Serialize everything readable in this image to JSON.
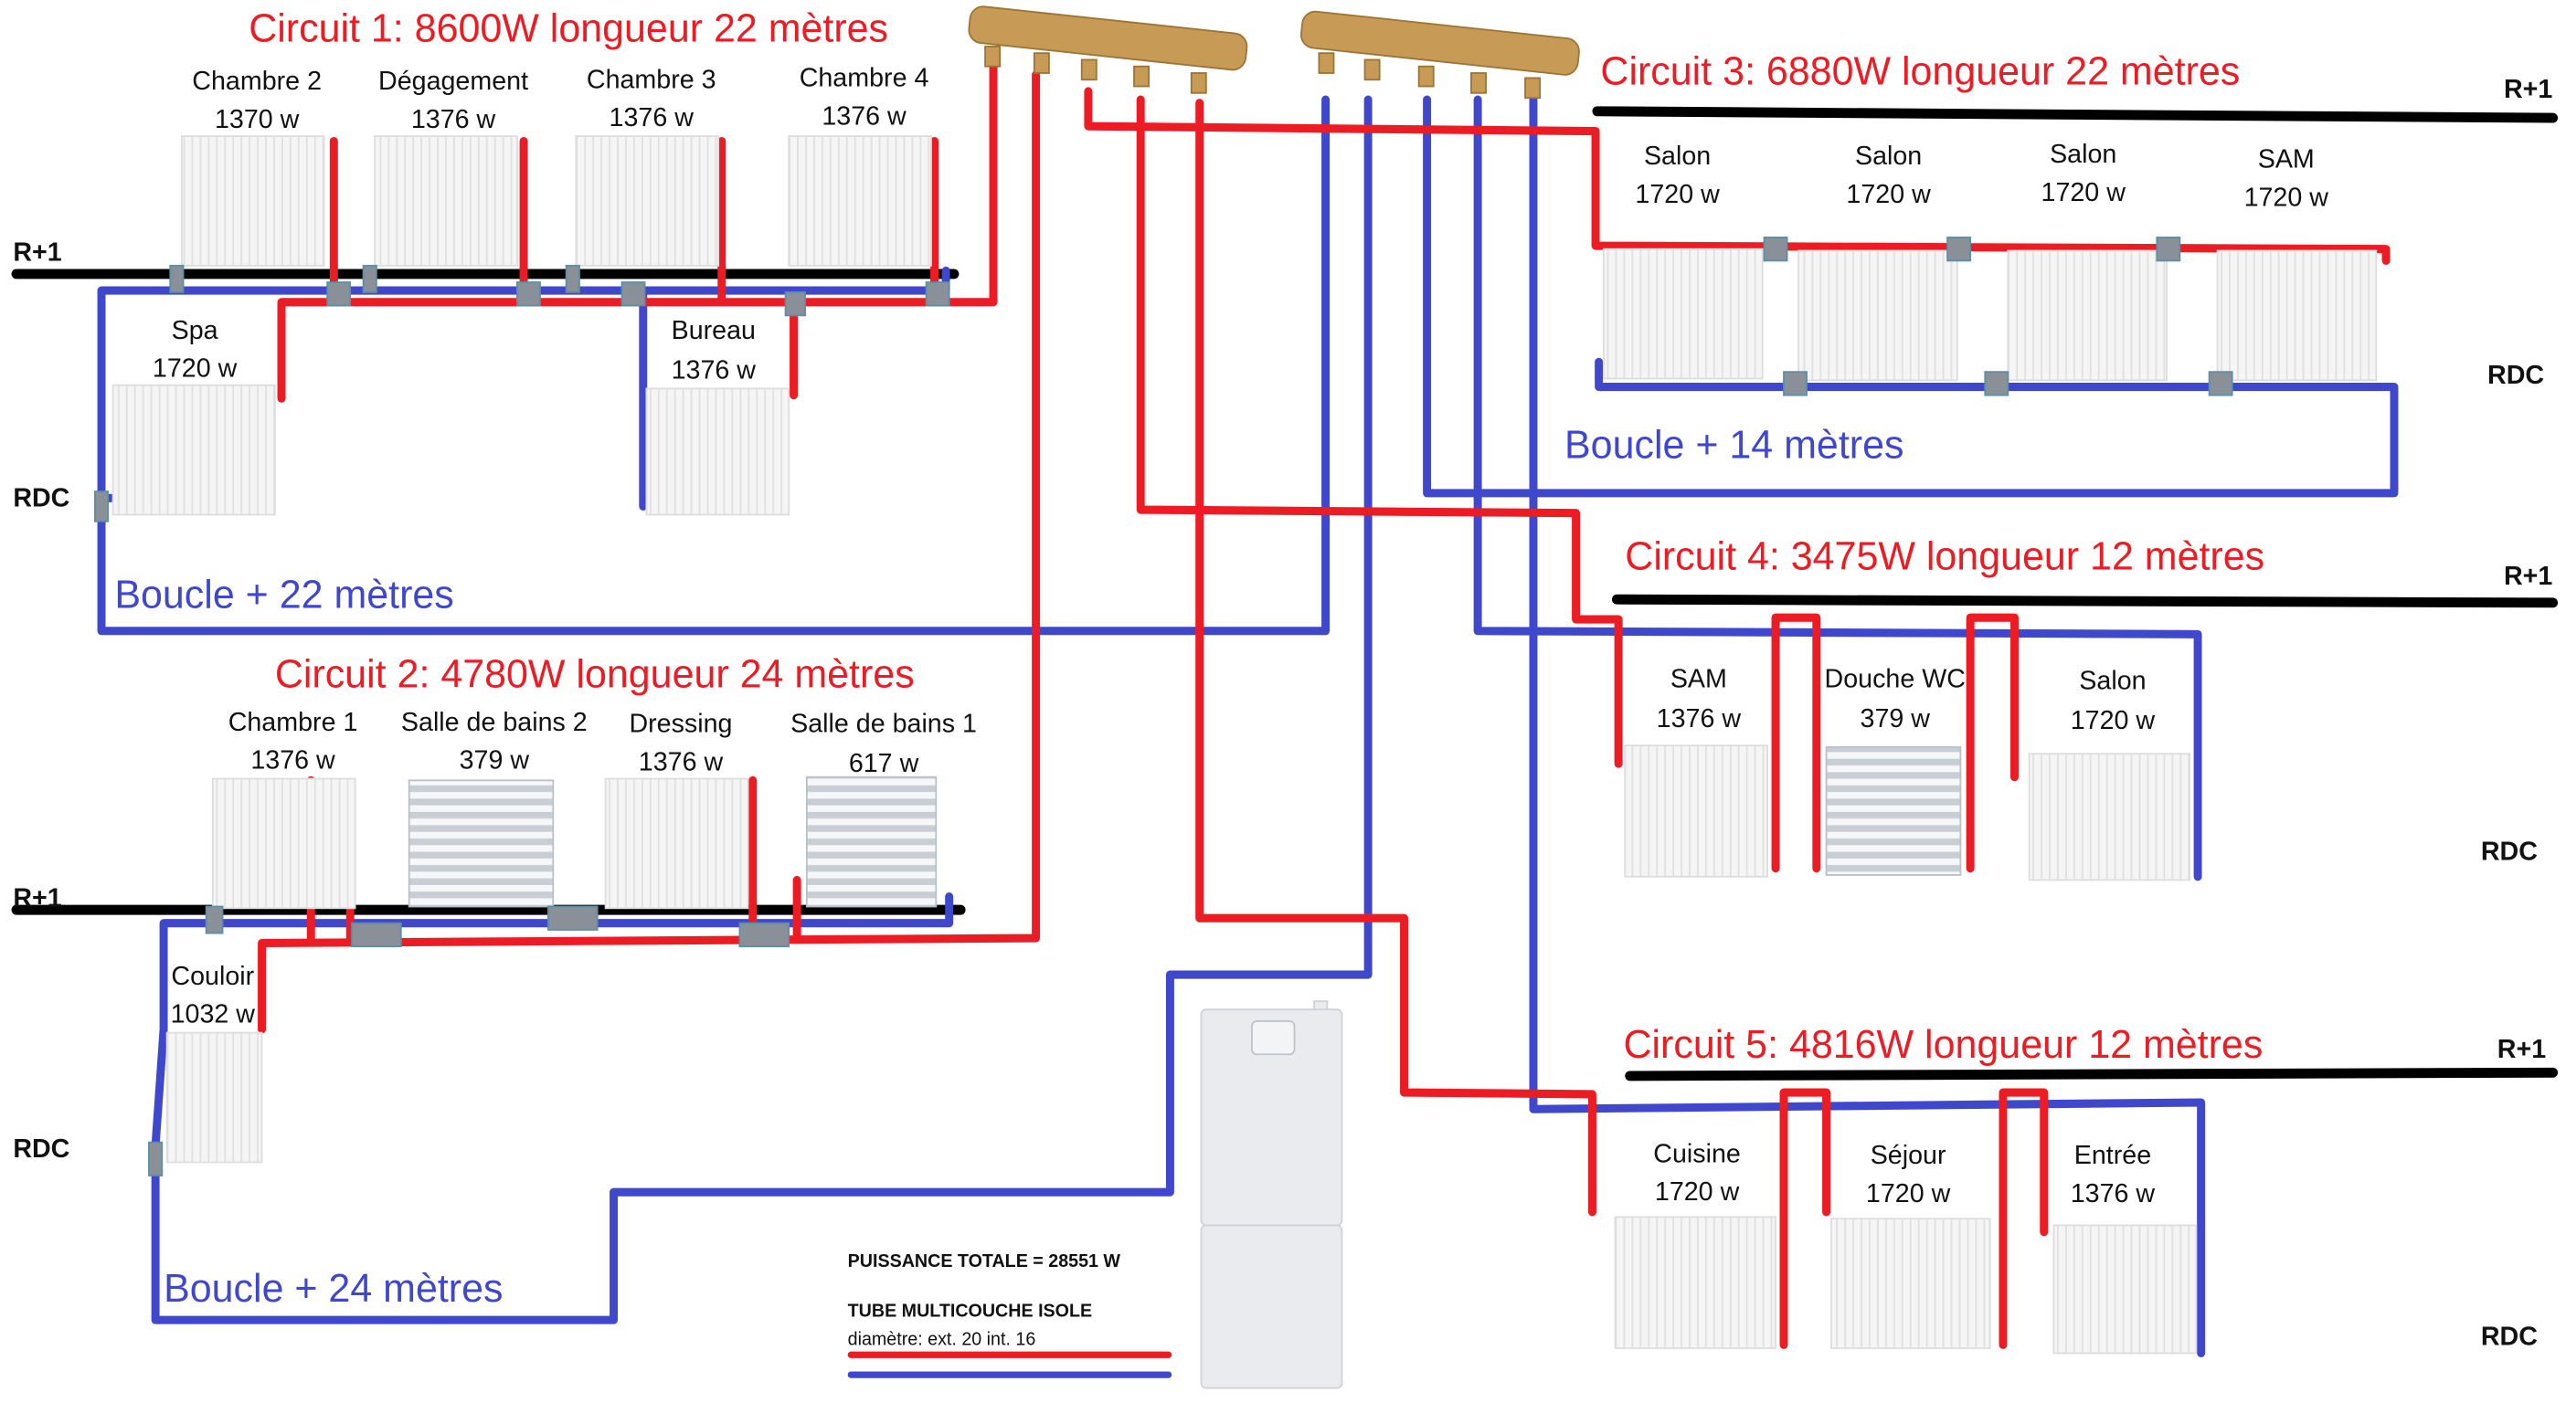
{
  "colors": {
    "supply": "#ec1c24",
    "return": "#3f48cc",
    "floor_line": "#000000",
    "title_text": "#ec1c24",
    "loop_text": "#3f48cc"
  },
  "levels": {
    "upper": "R+1",
    "ground": "RDC"
  },
  "circuits": [
    {
      "title": "Circuit 1:  8600W longueur 22 mètres",
      "loop": "Boucle + 22 mètres",
      "radiators": [
        {
          "room": "Chambre 2",
          "power": "1370 w",
          "type": "panel",
          "level": "R+1"
        },
        {
          "room": "Dégagement",
          "power": "1376 w",
          "type": "panel",
          "level": "R+1"
        },
        {
          "room": "Chambre 3",
          "power": "1376 w",
          "type": "panel",
          "level": "R+1"
        },
        {
          "room": "Chambre 4",
          "power": "1376 w",
          "type": "panel",
          "level": "R+1"
        },
        {
          "room": "Spa",
          "power": "1720 w",
          "type": "panel",
          "level": "RDC"
        },
        {
          "room": "Bureau",
          "power": "1376 w",
          "type": "panel",
          "level": "RDC"
        }
      ]
    },
    {
      "title": "Circuit 2:  4780W longueur 24 mètres",
      "loop": "Boucle + 24 mètres",
      "radiators": [
        {
          "room": "Chambre 1",
          "power": "1376 w",
          "type": "panel",
          "level": "R+1"
        },
        {
          "room": "Salle de bains 2",
          "power": "379 w",
          "type": "towel",
          "level": "R+1"
        },
        {
          "room": "Dressing",
          "power": "1376 w",
          "type": "panel",
          "level": "R+1"
        },
        {
          "room": "Salle de bains 1",
          "power": "617 w",
          "type": "towel",
          "level": "R+1"
        },
        {
          "room": "Couloir",
          "power": "1032 w",
          "type": "panel",
          "level": "RDC"
        }
      ]
    },
    {
      "title": "Circuit 3:  6880W longueur 22 mètres",
      "loop": "Boucle + 14 mètres",
      "radiators": [
        {
          "room": "Salon",
          "power": "1720 w",
          "type": "panel",
          "level": "RDC"
        },
        {
          "room": "Salon",
          "power": "1720 w",
          "type": "panel",
          "level": "RDC"
        },
        {
          "room": "Salon",
          "power": "1720 w",
          "type": "panel",
          "level": "RDC"
        },
        {
          "room": "SAM",
          "power": "1720 w",
          "type": "panel",
          "level": "RDC"
        }
      ]
    },
    {
      "title": "Circuit 4:  3475W longueur 12 mètres",
      "radiators": [
        {
          "room": "SAM",
          "power": "1376 w",
          "type": "panel",
          "level": "RDC"
        },
        {
          "room": "Douche WC",
          "power": "379 w",
          "type": "towel",
          "level": "RDC"
        },
        {
          "room": "Salon",
          "power": "1720 w",
          "type": "panel",
          "level": "RDC"
        }
      ]
    },
    {
      "title": "Circuit 5:  4816W longueur 12 mètres",
      "radiators": [
        {
          "room": "Cuisine",
          "power": "1720 w",
          "type": "panel",
          "level": "RDC"
        },
        {
          "room": "Séjour",
          "power": "1720 w",
          "type": "panel",
          "level": "RDC"
        },
        {
          "room": "Entrée",
          "power": "1376 w",
          "type": "panel",
          "level": "RDC"
        }
      ]
    }
  ],
  "legend": {
    "total_power": "PUISSANCE TOTALE = 28551 W",
    "tube_type": "TUBE MULTICOUCHE ISOLE",
    "tube_diameter": "diamètre: ext. 20 int. 16"
  },
  "equipment": {
    "supply_manifold": "supply manifold (5 outlets)",
    "return_manifold": "return manifold (5 outlets)",
    "boiler": "boiler"
  }
}
